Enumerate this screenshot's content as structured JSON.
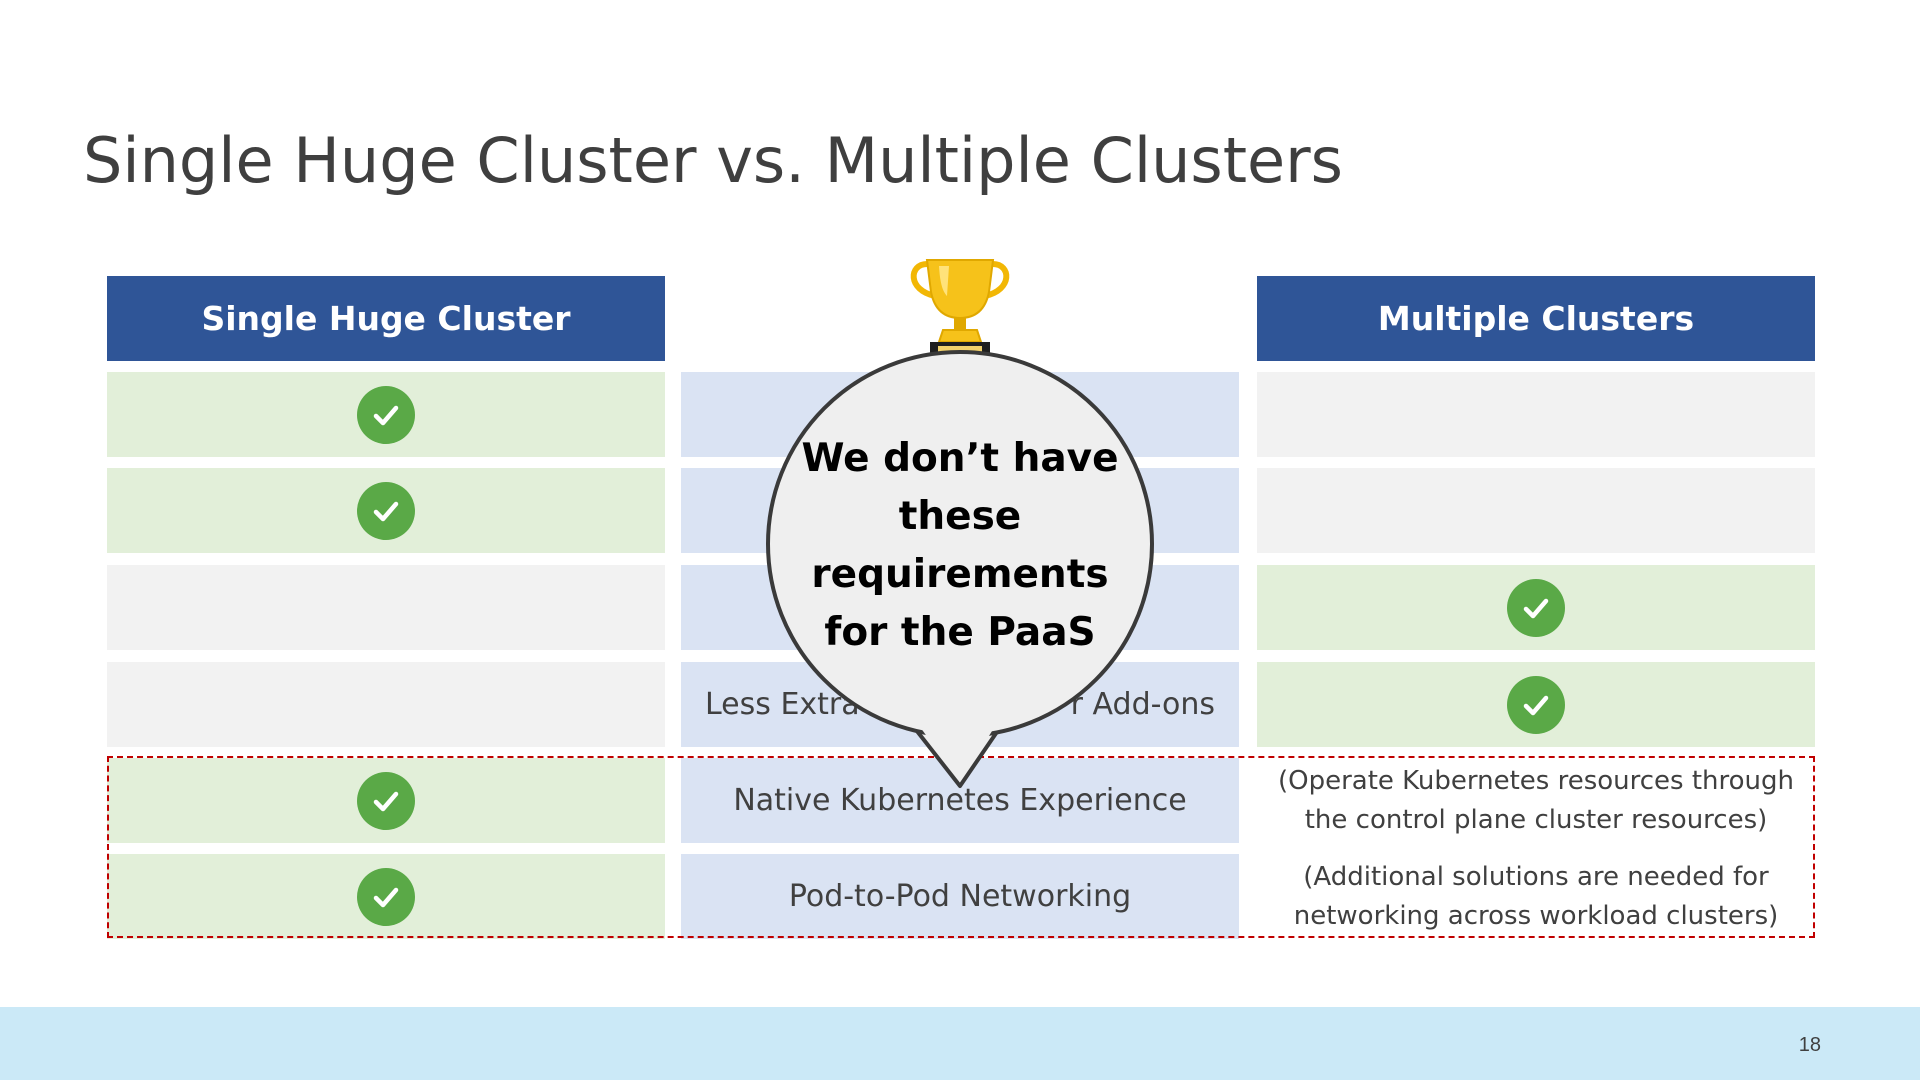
{
  "slide": {
    "title": "Single Huge Cluster vs. Multiple Clusters",
    "page_number": "18"
  },
  "columns": {
    "left_header": "Single Huge Cluster",
    "right_header": "Multiple Clusters"
  },
  "rows": [
    {
      "left": "check",
      "middle": "",
      "right": ""
    },
    {
      "left": "check",
      "middle": "",
      "right": ""
    },
    {
      "left": "",
      "middle": "",
      "right": "check"
    },
    {
      "left": "",
      "middle_left_fragment": "Less Extra",
      "middle_right_fragment": "r Add-ons",
      "right": "check"
    },
    {
      "left": "check",
      "middle": "Native Kubernetes Experience",
      "right": "(Operate Kubernetes resources through the control plane cluster resources)"
    },
    {
      "left": "check",
      "middle": "Pod-to-Pod Networking",
      "right": "(Additional solutions are needed for networking across workload clusters)"
    }
  ],
  "callout": {
    "text": "We don’t have these requirements for the PaaS",
    "icon": "trophy-icon"
  },
  "colors": {
    "header": "#2f5597",
    "check": "#5aa947",
    "green_cell": "#e2efd9",
    "blue_cell": "#dae3f3",
    "gray_cell": "#f2f2f2",
    "highlight_border": "#c00000",
    "footer": "#cbe9f7"
  }
}
